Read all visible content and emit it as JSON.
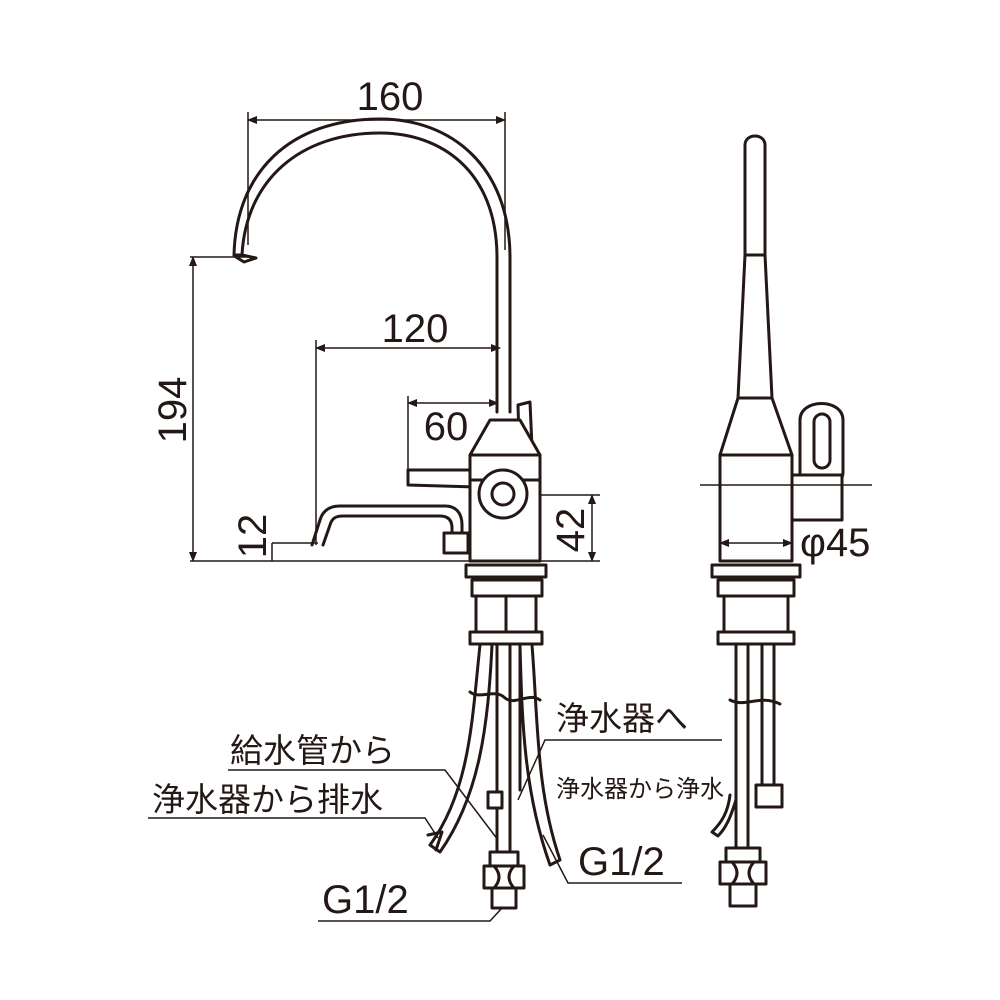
{
  "dimensions": {
    "spout_reach": "160",
    "spout_height": "194",
    "lever_reach": "120",
    "lever_offset": "60",
    "left_small": "12",
    "body_height": "42",
    "body_diameter": "φ45"
  },
  "callouts": {
    "supply_inlet": "給水管から",
    "purifier_drain": "浄水器から排水",
    "to_purifier": "浄水器へ",
    "purified_from_purifier": "浄水器から浄水",
    "thread_left": "G1/2",
    "thread_right": "G1/2"
  },
  "colors": {
    "line": "#231815",
    "background": "#ffffff"
  }
}
